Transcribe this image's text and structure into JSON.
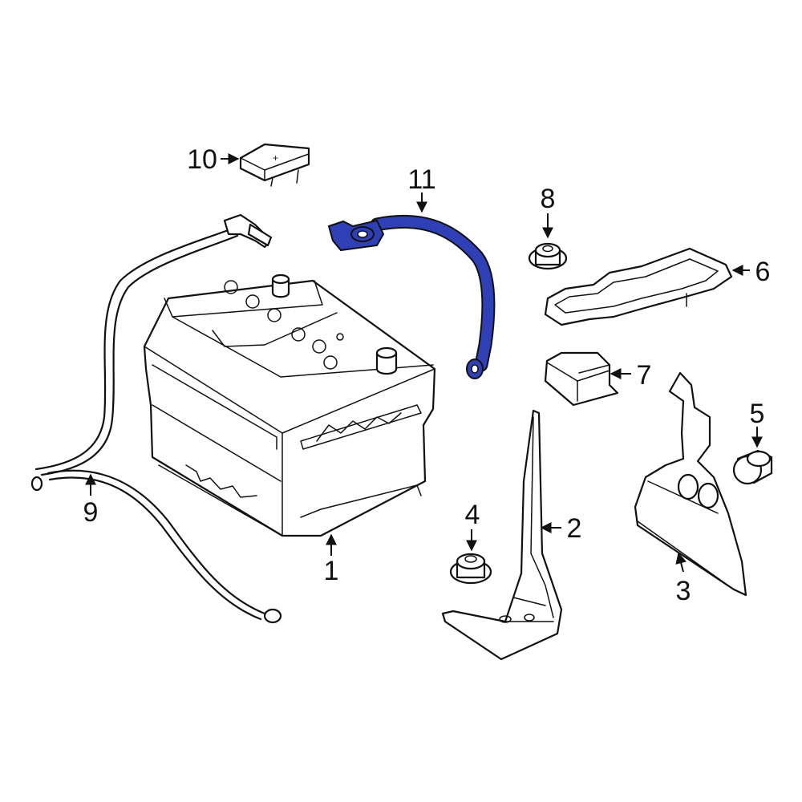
{
  "diagram": {
    "callouts": [
      {
        "id": "1",
        "label": "1"
      },
      {
        "id": "2",
        "label": "2"
      },
      {
        "id": "3",
        "label": "3"
      },
      {
        "id": "4",
        "label": "4"
      },
      {
        "id": "5",
        "label": "5"
      },
      {
        "id": "6",
        "label": "6"
      },
      {
        "id": "7",
        "label": "7"
      },
      {
        "id": "8",
        "label": "8"
      },
      {
        "id": "9",
        "label": "9"
      },
      {
        "id": "10",
        "label": "10"
      },
      {
        "id": "11",
        "label": "11"
      }
    ],
    "highlight_color": "#2f3fb5",
    "terminal_plus_symbol": "+"
  }
}
